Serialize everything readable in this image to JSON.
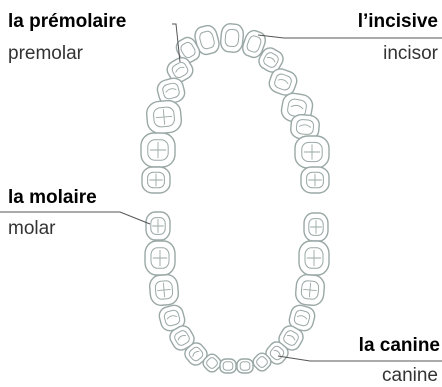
{
  "labels": {
    "premolar": {
      "term": "la prémolaire",
      "translation": "premolar"
    },
    "incisor": {
      "term": "l’incisive",
      "translation": "incisor"
    },
    "molar": {
      "term": "la molaire",
      "translation": "molar"
    },
    "canine": {
      "term": "la canine",
      "translation": "canine"
    }
  },
  "colors": {
    "tooth_stroke": "#9aa8a6",
    "tooth_fill": "#ffffff",
    "leader": "#555555"
  }
}
